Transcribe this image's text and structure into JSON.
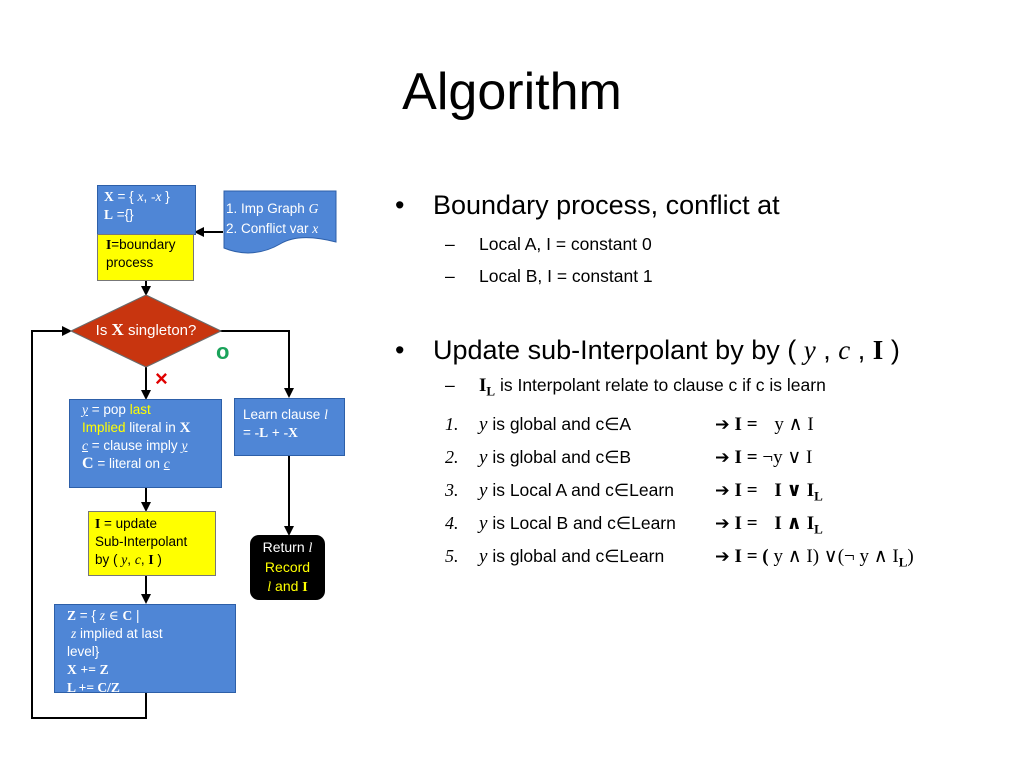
{
  "slide": {
    "title": "Algorithm"
  },
  "flowchart": {
    "init_box": {
      "x_label": "X",
      "x_eq": "= {",
      "x_y": "x",
      "x_comma": ",",
      "x_negx": "-x",
      "x_close": "}",
      "l_label": "L",
      "l_eq": "={}"
    },
    "input_box": {
      "line1_text": "1. Imp Graph",
      "line1_var": "G",
      "line2_text": "2. Conflict var",
      "line2_var": "x"
    },
    "boundary_box": {
      "i_label": "I",
      "text1": "=boundary",
      "text2": "process"
    },
    "decision": {
      "prefix": "Is",
      "var": "X",
      "suffix": "singleton?"
    },
    "no_mark": "×",
    "yes_mark": "o",
    "pop_box": {
      "y": "y",
      "eq_pop": "= pop",
      "last": "last",
      "implied": "Implied",
      "literal_in": "literal in",
      "x": "X",
      "c": "c",
      "clause_imply": "= clause imply",
      "y2": "y",
      "C": "C",
      "literal_on": "= literal on",
      "c2": "c"
    },
    "learn_box": {
      "line1": "Learn clause",
      "l_var": "l",
      "eq": "=",
      "neg_l": "-L",
      "plus": "+",
      "neg_x": "-X"
    },
    "update_box": {
      "i_label": "I",
      "eq_update": "= update",
      "line2": "Sub-Interpolant",
      "by": "by (",
      "y": "y",
      "comma1": ",",
      "c": "c",
      "comma2": ",",
      "I": "I",
      "close": ")"
    },
    "return_box": {
      "return": "Return",
      "l": "l",
      "record": "Record",
      "l2": "l",
      "and": "and",
      "I": "I"
    },
    "z_box": {
      "z": "Z",
      "eq": "= {",
      "z_var": "z",
      "in": "∈",
      "C": "C",
      "bar": "|",
      "z_var2": "z",
      "implied": "implied at last",
      "level": "level}",
      "x": "X",
      "plus_eq": "+=",
      "z2": "Z",
      "line5": "L += C/Z"
    }
  },
  "bullets": [
    {
      "text": "Boundary process, conflict at",
      "subs": [
        "Local A, I = constant 0",
        "Local B, I = constant 1"
      ]
    }
  ],
  "update": {
    "prefix": "Update sub-Interpolant by by (",
    "y": "y",
    "comma1": ",",
    "c": "c",
    "comma2": ",",
    "I": "I",
    "close": ")",
    "il_label": "I",
    "il_sub": "L",
    "il_text": "is Interpolant relate to clause c if c is learn",
    "rules": [
      {
        "num": "1.",
        "y": "y",
        "cond": "is global and c∈A",
        "arrow": "➔",
        "lhs": "I =",
        "rhs": "y ∧ I"
      },
      {
        "num": "2.",
        "y": "y",
        "cond": "is global and c∈B",
        "arrow": "➔",
        "lhs": "I =",
        "rhs": "¬y ∨ I"
      },
      {
        "num": "3.",
        "y": "y",
        "cond": "is Local A and c∈Learn",
        "arrow": "➔",
        "lhs": "I =",
        "rhs": "I ∨ I",
        "sub": "L"
      },
      {
        "num": "4.",
        "y": "y",
        "cond": "is Local B and c∈Learn",
        "arrow": "➔",
        "lhs": "I =",
        "rhs": "I ∧ I",
        "sub": "L"
      },
      {
        "num": "5.",
        "y": "y",
        "cond": "is global and c∈Learn",
        "arrow": "➔",
        "lhs": "I = (",
        "rhs": "y ∧ I) ∨(¬ y ∧ I",
        "sub": "L",
        "tail": ")"
      }
    ]
  }
}
